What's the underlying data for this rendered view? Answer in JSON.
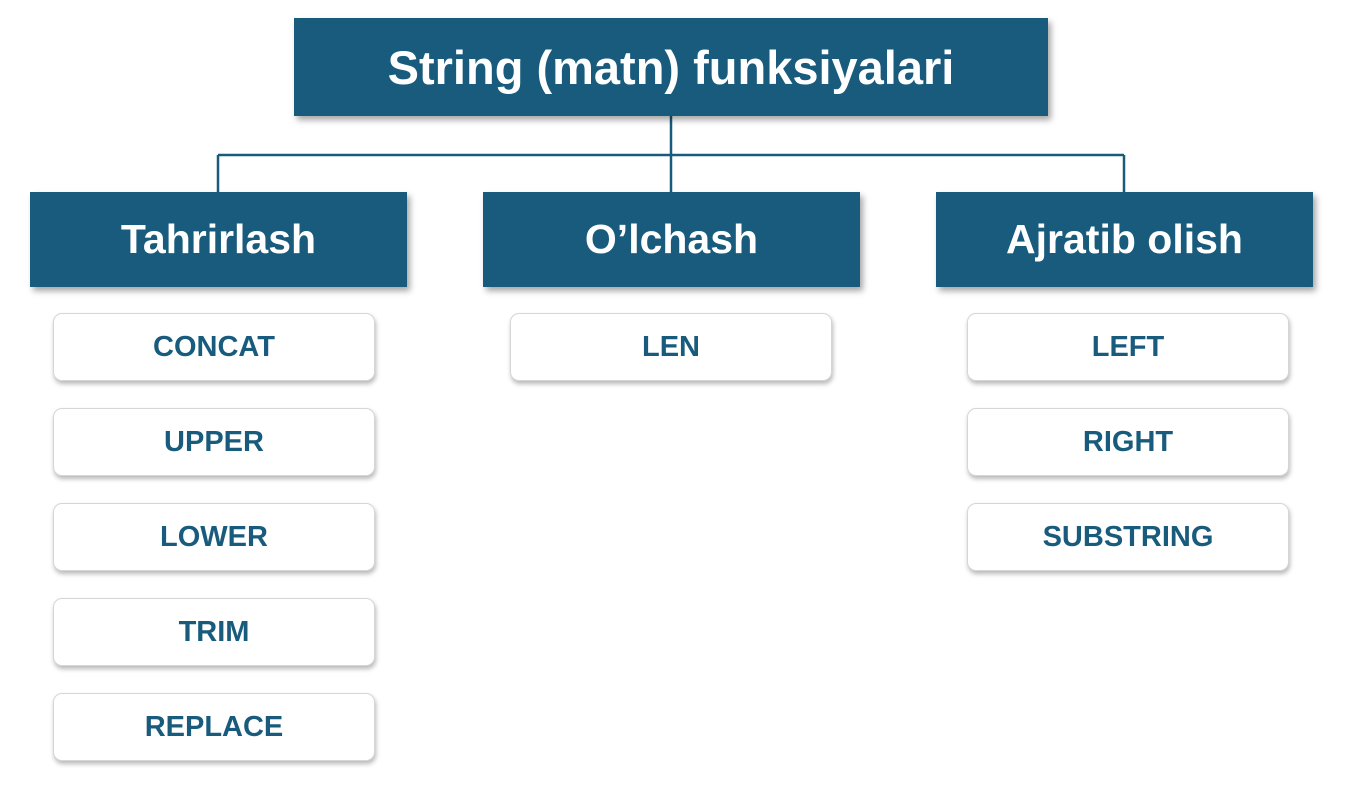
{
  "title": "String (matn) funksiyalari",
  "colors": {
    "box_fill": "#185b7c",
    "box_text": "#ffffff",
    "item_text": "#185b7c",
    "connector": "#185b7c"
  },
  "categories": [
    {
      "label": "Tahrirlash",
      "items": [
        "CONCAT",
        "UPPER",
        "LOWER",
        "TRIM",
        "REPLACE"
      ]
    },
    {
      "label": "O’lchash",
      "items": [
        "LEN"
      ]
    },
    {
      "label": "Ajratib olish",
      "items": [
        "LEFT",
        "RIGHT",
        "SUBSTRING"
      ]
    }
  ]
}
